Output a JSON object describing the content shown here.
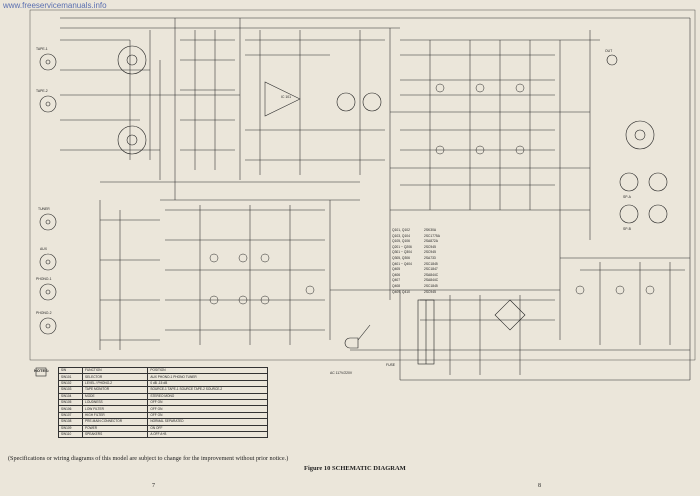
{
  "watermark": "www.freeservicemanuals.info",
  "caption": "Figure 10 SCHEMATIC DIAGRAM",
  "specification_note": "(Specifications or wiring diagrams of this model are subject to change for the improvement without prior notice.)",
  "page_numbers": {
    "left": "7",
    "right": "8"
  },
  "notes_table": {
    "title": "NOTES:",
    "headers": [
      "SW",
      "FUNCTION",
      "POSITION"
    ],
    "rows": [
      [
        "SW101",
        "SELECTOR",
        "AUX PHONO-1 PHONO TUNER"
      ],
      [
        "SW102",
        "LEVEL / PHONO-2",
        "0 dB  -15 dB"
      ],
      [
        "SW103",
        "TAPE MONITOR",
        "SOURCE-1 TAPE-1 SOURCE TAPE-2 SOURCE-2"
      ],
      [
        "SW104",
        "MODE",
        "STEREO  MONO"
      ],
      [
        "SW105",
        "LOUDNESS",
        "OFF  ON"
      ],
      [
        "SW106",
        "LOW FILTER",
        "OFF  ON"
      ],
      [
        "SW107",
        "HIGH FILTER",
        "OFF  ON"
      ],
      [
        "SW108",
        "PRE-MAIN CONNECTOR",
        "NORMAL  SEPARATED"
      ],
      [
        "SW109",
        "POWER",
        "ON  OFF"
      ],
      [
        "SW110",
        "SPEAKERS",
        "A  OFF  A+B"
      ]
    ]
  },
  "transistor_list": [
    [
      "Q101, Q102",
      "2SK30A"
    ],
    [
      "Q103, Q104",
      "2SC1775A"
    ],
    [
      "Q105, Q106",
      "2SA872A"
    ],
    [
      "Q201 ~ Q206",
      "2SC945"
    ],
    [
      "Q301 ~ Q304",
      "2SC945"
    ],
    [
      "Q305, Q306",
      "2SA733"
    ],
    [
      "Q401 ~ Q404",
      "2SC1845"
    ],
    [
      "Q405",
      "2SC1847"
    ],
    [
      "Q406",
      "2SA844C"
    ],
    [
      "Q407",
      "2SA844C"
    ],
    [
      "Q408",
      "2SC1845"
    ],
    [
      "Q409, Q410",
      "2SC945"
    ]
  ],
  "labels": {
    "tape1": "TAPE-1",
    "tape2": "TAPE-2",
    "tuner": "TUNER",
    "aux": "AUX",
    "phono1": "PHONO-1",
    "phono2": "PHONO-2",
    "speakers_a": "SP-A",
    "speakers_b": "SP-B",
    "power_cord": "AC 117V/220V",
    "out": "OUT",
    "fuse": "FUSE",
    "ic": "IC 101"
  }
}
